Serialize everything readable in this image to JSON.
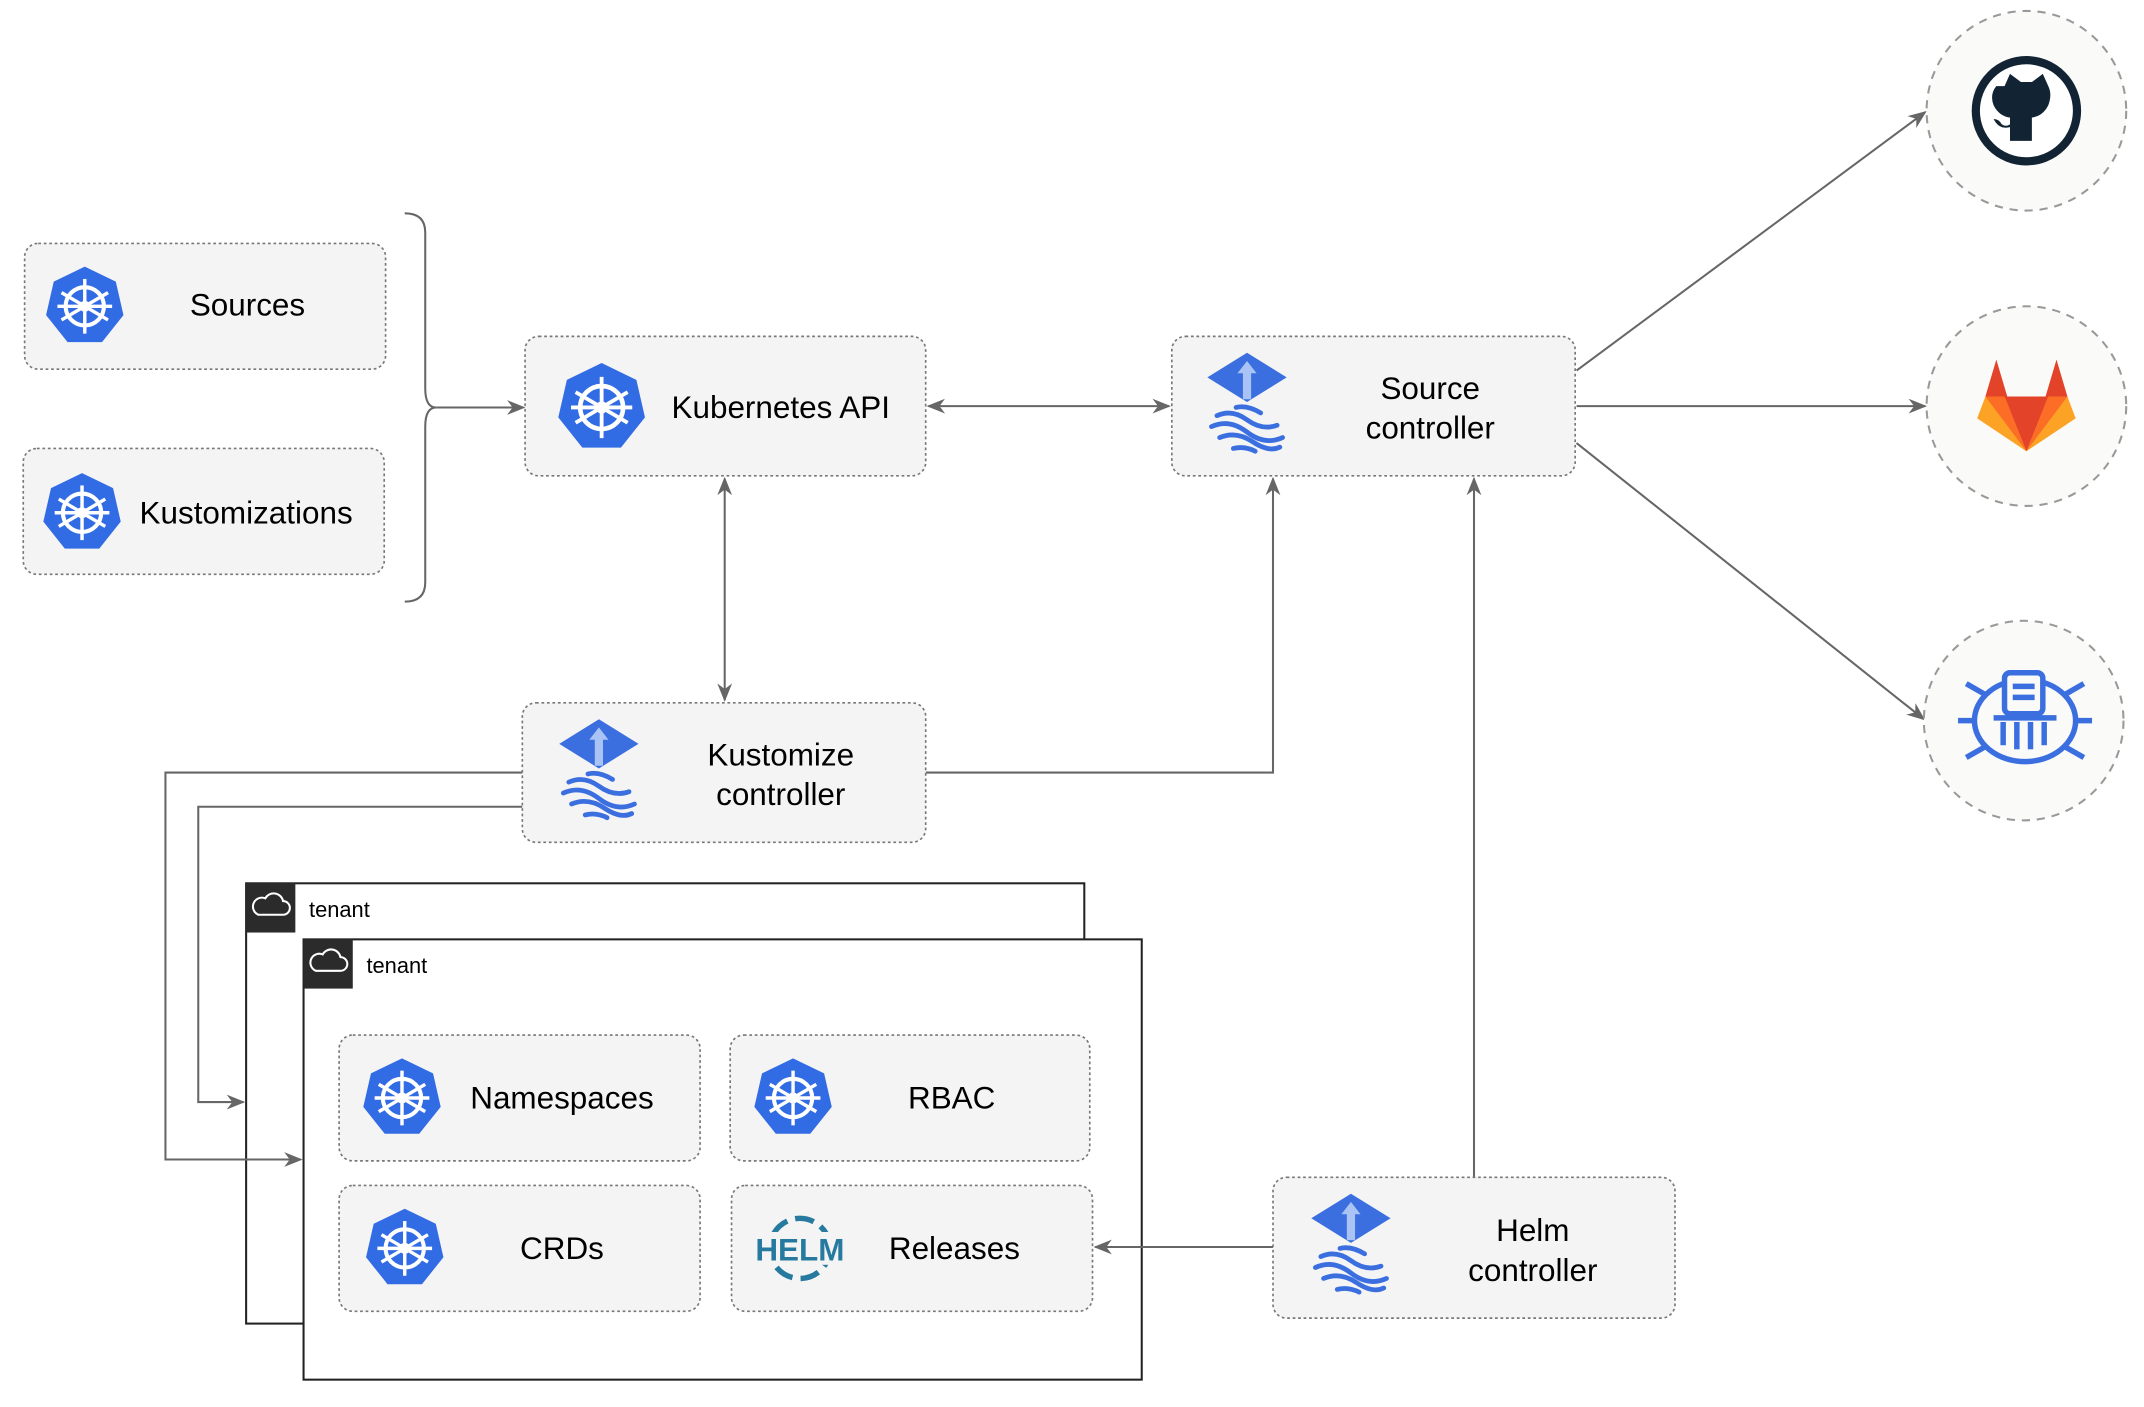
{
  "nodes": {
    "sources": "Sources",
    "kustomizations": "Kustomizations",
    "kubernetes_api": "Kubernetes API",
    "source_controller": [
      "Source",
      "controller"
    ],
    "kustomize_controller": [
      "Kustomize",
      "controller"
    ],
    "helm_controller": [
      "Helm",
      "controller"
    ],
    "namespaces": "Namespaces",
    "rbac": "RBAC",
    "crds": "CRDs",
    "releases": "Releases"
  },
  "tenants": [
    "tenant",
    "tenant"
  ],
  "helm_logo_text": "HELM",
  "external_sources": [
    "github-icon",
    "gitlab-icon",
    "harbor-registry-icon"
  ],
  "colors": {
    "kubernetes_blue": "#326ce5",
    "github_dark": "#122333",
    "gitlab_orange": "#e24329",
    "gitlab_light": "#fca326",
    "helm_blue": "#277a9f"
  }
}
